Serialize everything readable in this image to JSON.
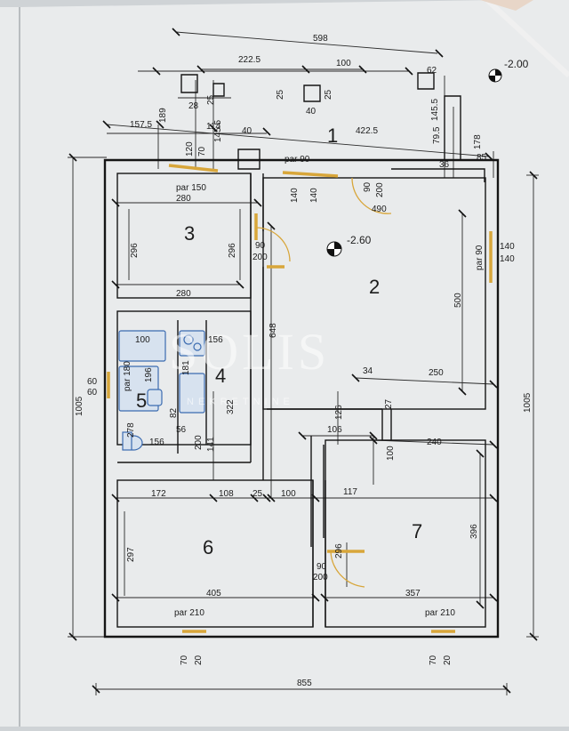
{
  "rooms": {
    "r1": "1",
    "r2": "2",
    "r3": "3",
    "r4": "4",
    "r5": "5",
    "r6": "6",
    "r7": "7"
  },
  "levels": {
    "outside": "-2.00",
    "inside": "-2.60"
  },
  "watermark": {
    "brand": "SOLIS",
    "sub": "NEKRETNINE"
  },
  "dims": {
    "d598": "598",
    "d222_5": "222.5",
    "d100a": "100",
    "d62": "62",
    "d25a": "25",
    "d25b": "25",
    "d25c": "25",
    "d40a": "40",
    "d28": "28",
    "d157_5": "157.5",
    "d189": "189",
    "d114": "114",
    "d145_5": "145.5",
    "d40b": "40",
    "d422_5": "422.5",
    "d145_5b": "145.5",
    "d79_5": "79.5",
    "d178": "178",
    "d120": "120",
    "d70a": "70",
    "d36": "36",
    "d85": "85",
    "par90": "par 90",
    "par150": "par 150",
    "d280a": "280",
    "d90a": "90",
    "d200a": "200",
    "d490": "490",
    "d140a": "140",
    "d140b": "140",
    "d296a": "296",
    "d296b": "296",
    "d90b": "90",
    "d200b": "200",
    "d280b": "280",
    "d140c": "140",
    "d140d": "140",
    "par90b": "par 90",
    "d648": "648",
    "d500": "500",
    "d100b": "100",
    "d156a": "156",
    "d181": "181",
    "d196": "196",
    "par180": "par 180",
    "d34": "34",
    "d250": "250",
    "d60a": "60",
    "d60b": "60",
    "d1005a": "1005",
    "d1005b": "1005",
    "d322": "322",
    "d126": "126",
    "d27": "27",
    "d278": "278",
    "d82": "82",
    "d56a": "56",
    "d156b": "156",
    "d200c": "200",
    "d141": "141",
    "d106": "106",
    "d240": "240",
    "d100c": "100",
    "d172": "172",
    "d108": "108",
    "d25d": "25",
    "d100d": "100",
    "d117": "117",
    "d297": "297",
    "d296c": "296",
    "d396": "396",
    "d90c": "90",
    "d200d": "200",
    "d405": "405",
    "d357": "357",
    "par210a": "par 210",
    "par210b": "par 210",
    "d70b": "70",
    "d20a": "20",
    "d70c": "70",
    "d20b": "20",
    "d855": "855"
  }
}
